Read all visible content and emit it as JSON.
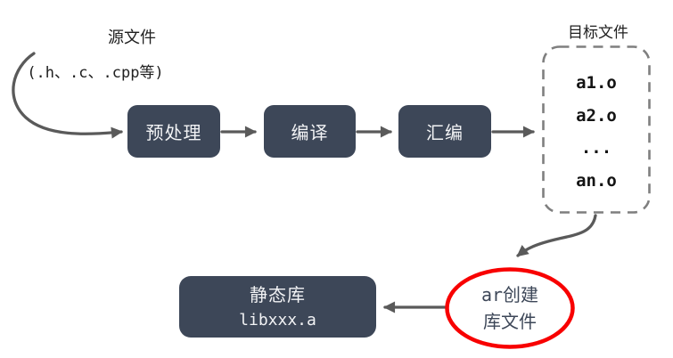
{
  "labels": {
    "source_title": "源文件",
    "source_sub": "(.h、.c、.cpp等)",
    "target_title": "目标文件"
  },
  "process_boxes": [
    {
      "label": "预处理"
    },
    {
      "label": "编译"
    },
    {
      "label": "汇编"
    }
  ],
  "object_files": [
    "a1.o",
    "a2.o",
    "...",
    "an.o"
  ],
  "ar_node": {
    "line1": "ar创建",
    "line2": "库文件"
  },
  "static_lib": {
    "line1": "静态库",
    "line2": "libxxx.a"
  },
  "icons": {
    "arrowhead": "right-triangle-arrowhead"
  },
  "colors": {
    "box_fill": "#3d4758",
    "box_text": "#f2f3f5",
    "arrow": "#5a5a5a",
    "dashed_border": "#7f7f7f",
    "ellipse_stroke": "#f80000",
    "ellipse_text": "#3d4758",
    "object_text": "#141414",
    "label_text": "#202020"
  }
}
